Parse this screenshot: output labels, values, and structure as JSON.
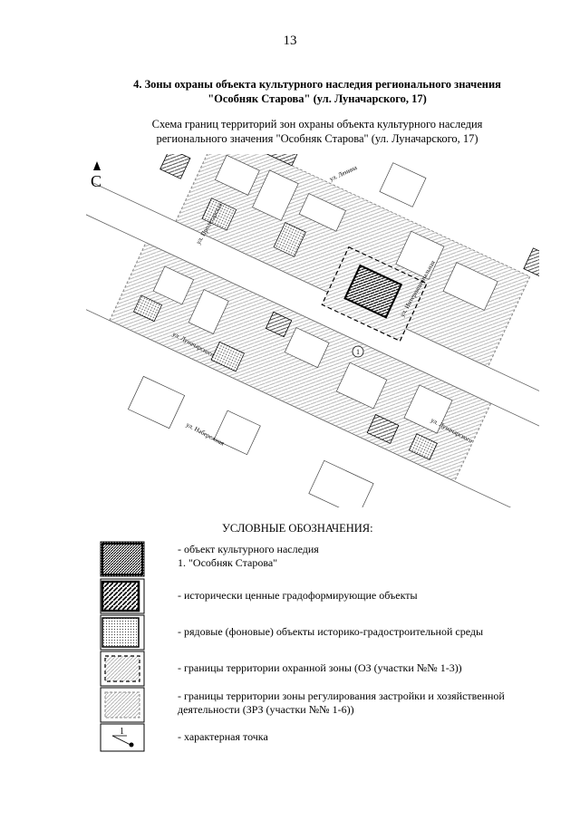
{
  "page": {
    "number": "13",
    "heading_line1": "4. Зоны охраны объекта культурного наследия регионального значения",
    "heading_line2": "\"Особняк Старова\" (ул. Луначарского, 17)",
    "caption_line1": "Схема границ территорий зон охраны объекта культурного наследия",
    "caption_line2": "регионального значения \"Особняк Старова\" (ул. Луначарского, 17)"
  },
  "map": {
    "north_label": "С",
    "streets": [
      "ул. Луначарского",
      "ул. Интернациональная",
      "ул. Набережная",
      "ул. Ленина",
      "ул. Луначарского",
      "ул. Пролетарская"
    ],
    "object_marker": "1"
  },
  "legend": {
    "title": "УСЛОВНЫЕ ОБОЗНАЧЕНИЯ:",
    "items": [
      {
        "line1": "- объект культурного наследия",
        "line2": "1. \"Особняк Старова\""
      },
      {
        "line1": "- исторически ценные градоформирующие объекты"
      },
      {
        "line1": "- рядовые (фоновые) объекты историко-градостроительной среды"
      },
      {
        "line1": "- границы территории охранной зоны (ОЗ (участки №№ 1-3))"
      },
      {
        "line1": "- границы территории зоны регулирования застройки и хозяйственной",
        "line2": "деятельности (ЗРЗ (участки №№ 1-6))"
      },
      {
        "line1": "- характерная точка",
        "marker": "1"
      }
    ]
  }
}
